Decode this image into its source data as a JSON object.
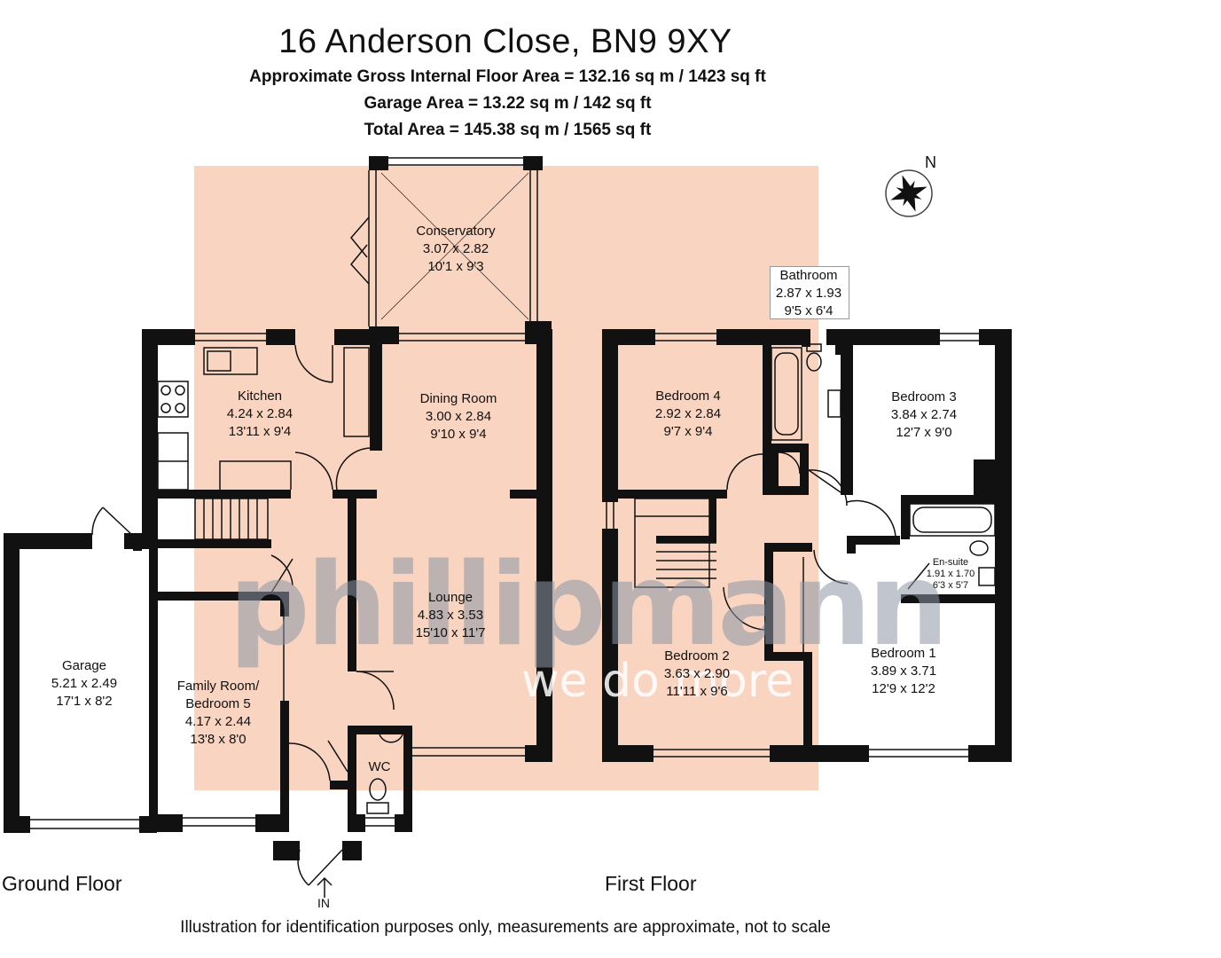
{
  "header": {
    "title": "16 Anderson Close, BN9 9XY",
    "gross_area": "Approximate Gross Internal Floor Area = 132.16 sq m / 1423 sq ft",
    "garage_area": "Garage Area = 13.22 sq m / 142 sq ft",
    "total_area": "Total Area = 145.38 sq m / 1565 sq ft"
  },
  "compass": {
    "north_label": "N"
  },
  "rooms": {
    "conservatory": {
      "name": "Conservatory",
      "metric": "3.07 x 2.82",
      "imperial": "10'1 x 9'3"
    },
    "kitchen": {
      "name": "Kitchen",
      "metric": "4.24 x 2.84",
      "imperial": "13'11 x 9'4"
    },
    "dining": {
      "name": "Dining Room",
      "metric": "3.00 x 2.84",
      "imperial": "9'10 x 9'4"
    },
    "lounge": {
      "name": "Lounge",
      "metric": "4.83 x 3.53",
      "imperial": "15'10 x 11'7"
    },
    "garage": {
      "name": "Garage",
      "metric": "5.21 x 2.49",
      "imperial": "17'1 x 8'2"
    },
    "family": {
      "name": "Family Room/",
      "name2": "Bedroom 5",
      "metric": "4.17 x 2.44",
      "imperial": "13'8 x 8'0"
    },
    "wc": {
      "name": "WC"
    },
    "bathroom": {
      "name": "Bathroom",
      "metric": "2.87 x 1.93",
      "imperial": "9'5 x 6'4"
    },
    "bedroom4": {
      "name": "Bedroom 4",
      "metric": "2.92 x 2.84",
      "imperial": "9'7 x 9'4"
    },
    "bedroom3": {
      "name": "Bedroom 3",
      "metric": "3.84 x 2.74",
      "imperial": "12'7 x 9'0"
    },
    "ensuite": {
      "name": "En-suite",
      "metric": "1.91 x 1.70",
      "imperial": "6'3 x 5'7"
    },
    "bedroom2": {
      "name": "Bedroom 2",
      "metric": "3.63 x 2.90",
      "imperial": "11'11 x 9'6"
    },
    "bedroom1": {
      "name": "Bedroom 1",
      "metric": "3.89 x 3.71",
      "imperial": "12'9 x 12'2"
    }
  },
  "floors": {
    "ground": "Ground Floor",
    "first": "First Floor"
  },
  "entrance_label": "IN",
  "watermark": {
    "brand": "phillipmann",
    "tagline": "we do more"
  },
  "footer": "Illustration for identification purposes only, measurements are approximate, not to scale",
  "colors": {
    "highlight": "#f9d4c0",
    "wall": "#111111"
  }
}
